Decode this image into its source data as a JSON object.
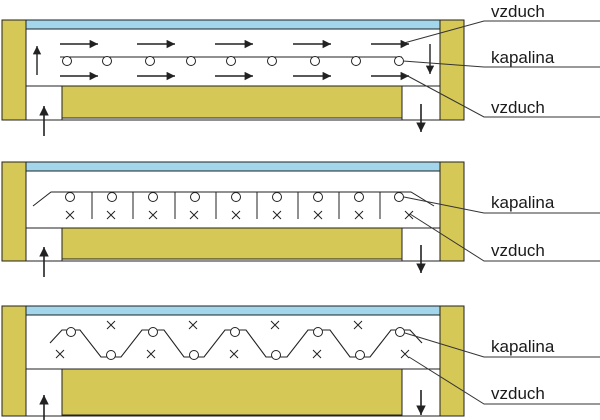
{
  "colors": {
    "frame_fill": "#d6c856",
    "glass_fill": "#a3d6ea",
    "stroke": "#222222",
    "leader": "#333333",
    "background": "#ffffff"
  },
  "panels": [
    {
      "id": "panel-1",
      "type": "air-over-and-under-liquid-tube",
      "labels": [
        "vzduch",
        "kapalina",
        "vzduch"
      ]
    },
    {
      "id": "panel-2",
      "type": "flat-absorber-with-tubes",
      "labels": [
        "kapalina",
        "vzduch"
      ]
    },
    {
      "id": "panel-3",
      "type": "trapezoidal-absorber-with-tubes",
      "labels": [
        "kapalina",
        "vzduch"
      ]
    }
  ],
  "icons": {
    "circle_symbol": "liquid-tube-icon",
    "cross_symbol": "air-channel-cross-icon",
    "arrow_symbol": "flow-arrow-icon"
  }
}
